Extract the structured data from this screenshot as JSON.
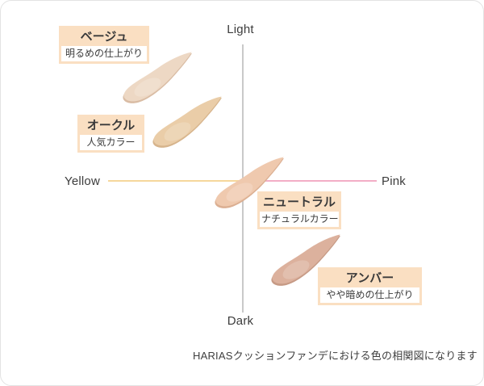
{
  "axes": {
    "light": "Light",
    "dark": "Dark",
    "yellow": "Yellow",
    "pink": "Pink",
    "vertical_line_color": "#C9C9C9",
    "yellow_line_color": "#F6D79C",
    "pink_line_color": "#F2AEC6"
  },
  "label_style": {
    "bg": "#FADFC2",
    "inner_bg": "#FFFFFF",
    "text": "#3A3A3A"
  },
  "shades": [
    {
      "name": "beige",
      "title": "ベージュ",
      "subtitle": "明るめの仕上がり",
      "swatch_color": "#EDD8C4",
      "swatch_edge": "#D9BCA4"
    },
    {
      "name": "ochre",
      "title": "オークル",
      "subtitle": "人気カラー",
      "swatch_color": "#EACDA8",
      "swatch_edge": "#D6B48C"
    },
    {
      "name": "neutral",
      "title": "ニュートラル",
      "subtitle": "ナチュラルカラー",
      "swatch_color": "#EFC9AE",
      "swatch_edge": "#DBAF92"
    },
    {
      "name": "amber",
      "title": "アンバー",
      "subtitle": "やや暗めの仕上がり",
      "swatch_color": "#DCB19D",
      "swatch_edge": "#C69A85"
    }
  ],
  "caption": "HARIASクッションファンデにおける色の相関図になります"
}
